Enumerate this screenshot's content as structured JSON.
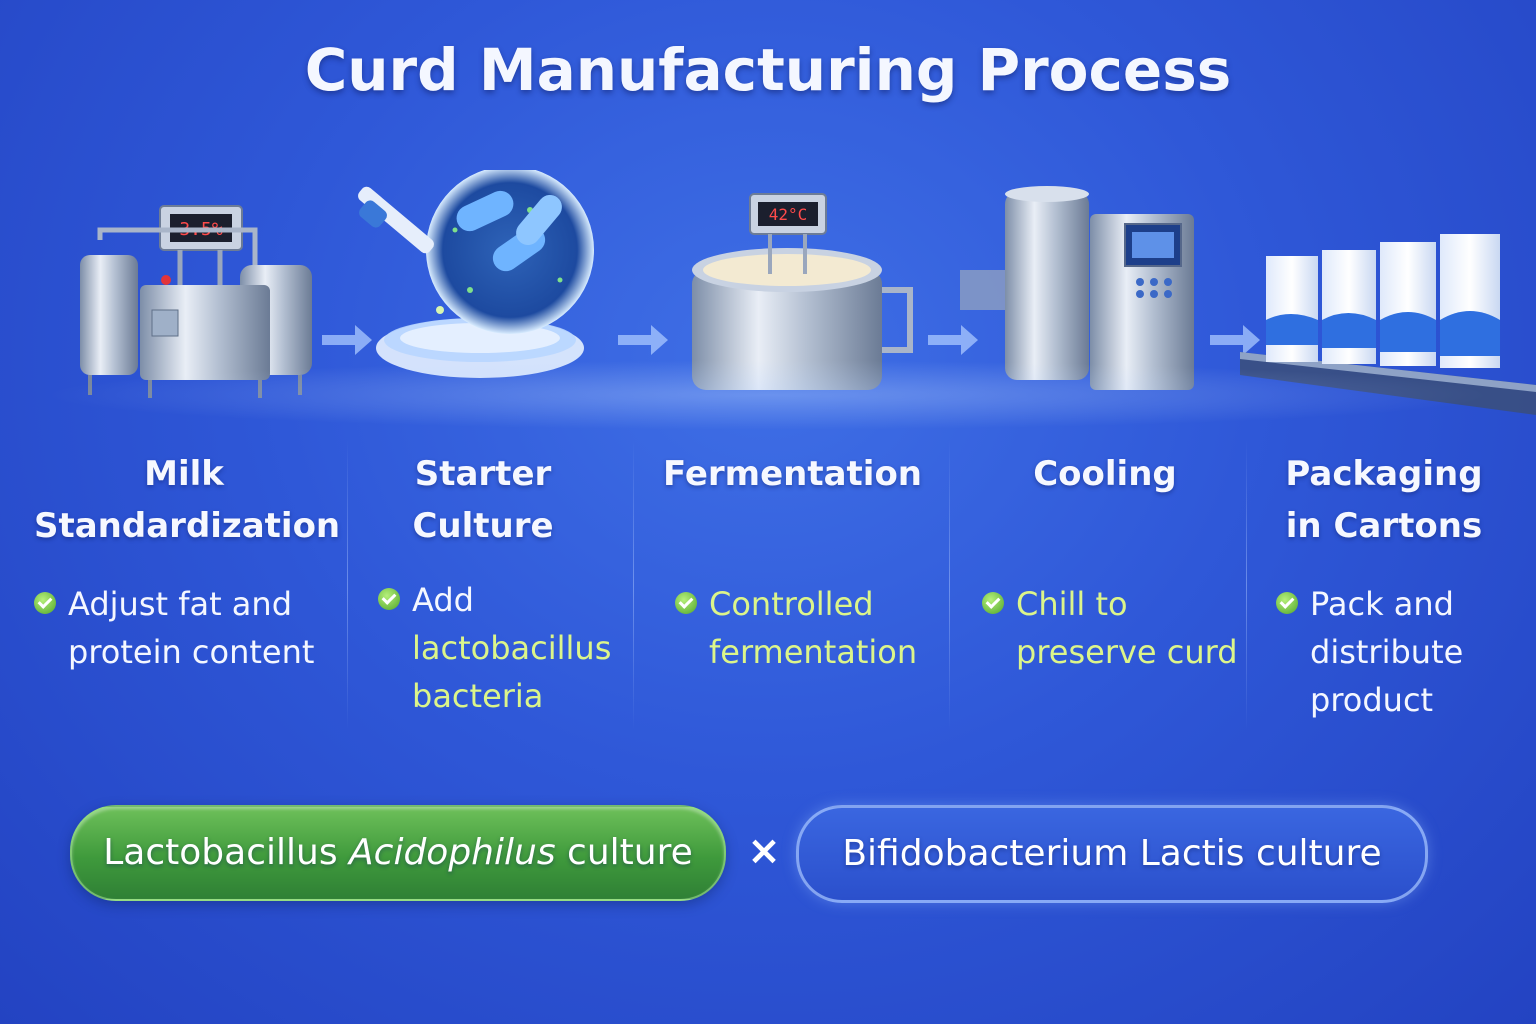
{
  "title": "Curd Manufacturing Process",
  "illustrations": {
    "standardization_display": "3.5%",
    "fermentation_display": "42°C"
  },
  "steps": [
    {
      "title_lines": [
        "Milk",
        "Standardization"
      ],
      "bullet_lines": [
        "Adjust fat and",
        "protein content"
      ],
      "highlight": false
    },
    {
      "title_lines": [
        "Starter",
        "Culture"
      ],
      "bullet_lines": [
        "Add",
        "lactobacillus",
        "bacteria"
      ],
      "highlight_from_line": 1
    },
    {
      "title_lines": [
        "Fermentation"
      ],
      "bullet_lines": [
        "Controlled",
        "fermentation"
      ],
      "highlight": true
    },
    {
      "title_lines": [
        "Cooling"
      ],
      "bullet_lines": [
        "Chill to",
        "preserve curd"
      ],
      "highlight": true
    },
    {
      "title_lines": [
        "Packaging",
        "in Cartons"
      ],
      "bullet_lines": [
        "Pack and",
        "distribute",
        "product"
      ],
      "highlight": false
    }
  ],
  "cultures": {
    "left": {
      "prefix": "Lactobacillus ",
      "italic": "Acidophilus",
      "suffix": " culture"
    },
    "operator": "×",
    "right": "Bifidobacterium Lactis culture"
  },
  "colors": {
    "background": "#2f58d8",
    "highlight_text": "#dcf58a",
    "pill_green": "#3f9a3c"
  }
}
